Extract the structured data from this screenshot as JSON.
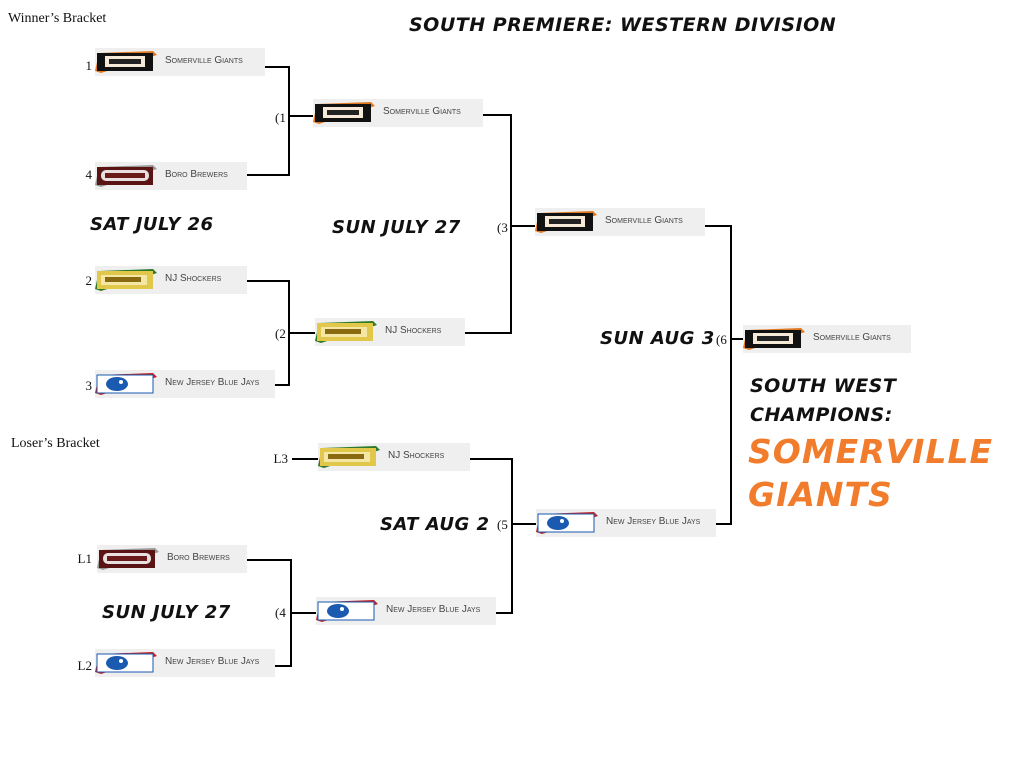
{
  "header": {
    "title": "SOUTH PREMIERE: WESTERN DIVISION",
    "winners_label": "Winner’s Bracket",
    "losers_label": "Loser’s Bracket"
  },
  "dates": {
    "wb_round1": "SAT JULY 26",
    "wb_round2": "SUN JULY 27",
    "final": "SUN AUG 3",
    "lb_round2": "SAT AUG 2",
    "lb_round1": "SUN JULY 27"
  },
  "teams": {
    "somerville": "Somerville Giants",
    "brewers": "Boro Brewers",
    "shockers": "NJ Shockers",
    "bluejays": "New Jersey Blue Jays"
  },
  "seeds": {
    "s1": "1",
    "s4": "4",
    "s2": "2",
    "s3": "3",
    "l3": "L3",
    "l1": "L1",
    "l2": "L2"
  },
  "games": {
    "g1": "(1",
    "g2": "(2",
    "g3": "(3",
    "g4": "(4",
    "g5": "(5",
    "g6": "(6"
  },
  "champion": {
    "line1": "SOUTH WEST",
    "line2": "CHAMPIONS:",
    "name1": "SOMERVILLE",
    "name2": "GIANTS",
    "color": "#f07c2c"
  },
  "logo_colors": {
    "somerville": "#e07820",
    "brewers": "#6b1a1a",
    "shockers": "#2f7a2a",
    "bluejays": "#1a5ab0"
  }
}
